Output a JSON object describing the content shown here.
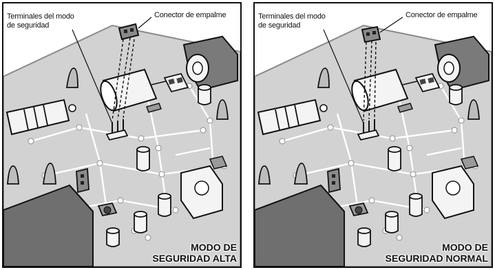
{
  "colors": {
    "board": "#d2d2d2",
    "board_edge": "#8a8a8a",
    "trace": "#ffffff",
    "outline": "#111111",
    "component": "#f4f4f4",
    "dark": "#555555"
  },
  "labels": {
    "terminals_line1": "Terminales del modo",
    "terminals_line2": "de seguridad",
    "connector": "Conector de empalme"
  },
  "panels": [
    {
      "mode_line1": "MODO DE",
      "mode_line2": "SEGURIDAD ALTA",
      "jumper_state": "installed-on-terminals"
    },
    {
      "mode_line1": "MODO DE",
      "mode_line2": "SEGURIDAD NORMAL",
      "jumper_state": "removed"
    }
  ]
}
